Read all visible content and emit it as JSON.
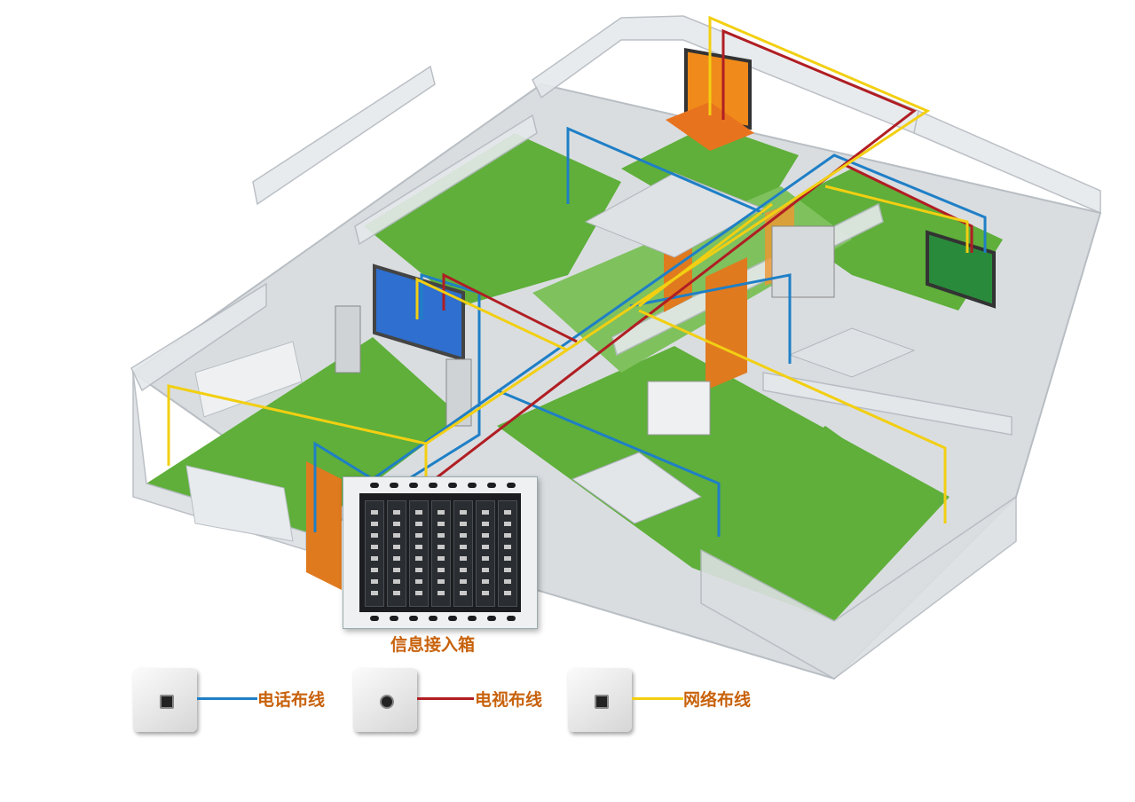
{
  "colors": {
    "phone": "#1f7fc6",
    "tv": "#b01e23",
    "network": "#f2cf12",
    "floor": "#5faf3a",
    "wall": "#d9dde0",
    "door": "#e07a1f",
    "label": "#c8620c"
  },
  "cabinet": {
    "label": "信息接入箱",
    "icon": "network-cabinet-icon"
  },
  "legend": [
    {
      "key": "phone",
      "label": "电话布线",
      "icon": "phone-outlet-icon"
    },
    {
      "key": "tv",
      "label": "电视布线",
      "icon": "tv-outlet-icon"
    },
    {
      "key": "network",
      "label": "网络布线",
      "icon": "network-outlet-icon"
    }
  ]
}
